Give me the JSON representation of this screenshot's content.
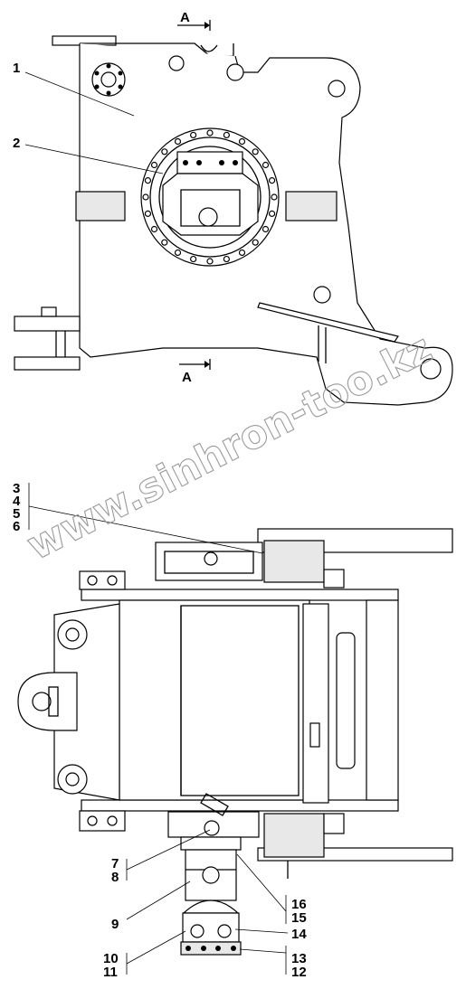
{
  "section_label": "A",
  "watermark": "www.sinhron-too.kz",
  "labels": {
    "l1": "1",
    "l2": "2",
    "l3": "3",
    "l4": "4",
    "l5": "5",
    "l6": "6",
    "l7": "7",
    "l8": "8",
    "l9": "9",
    "l10": "10",
    "l11": "11",
    "l12": "12",
    "l13": "13",
    "l14": "14",
    "l15": "15",
    "l16": "16"
  }
}
